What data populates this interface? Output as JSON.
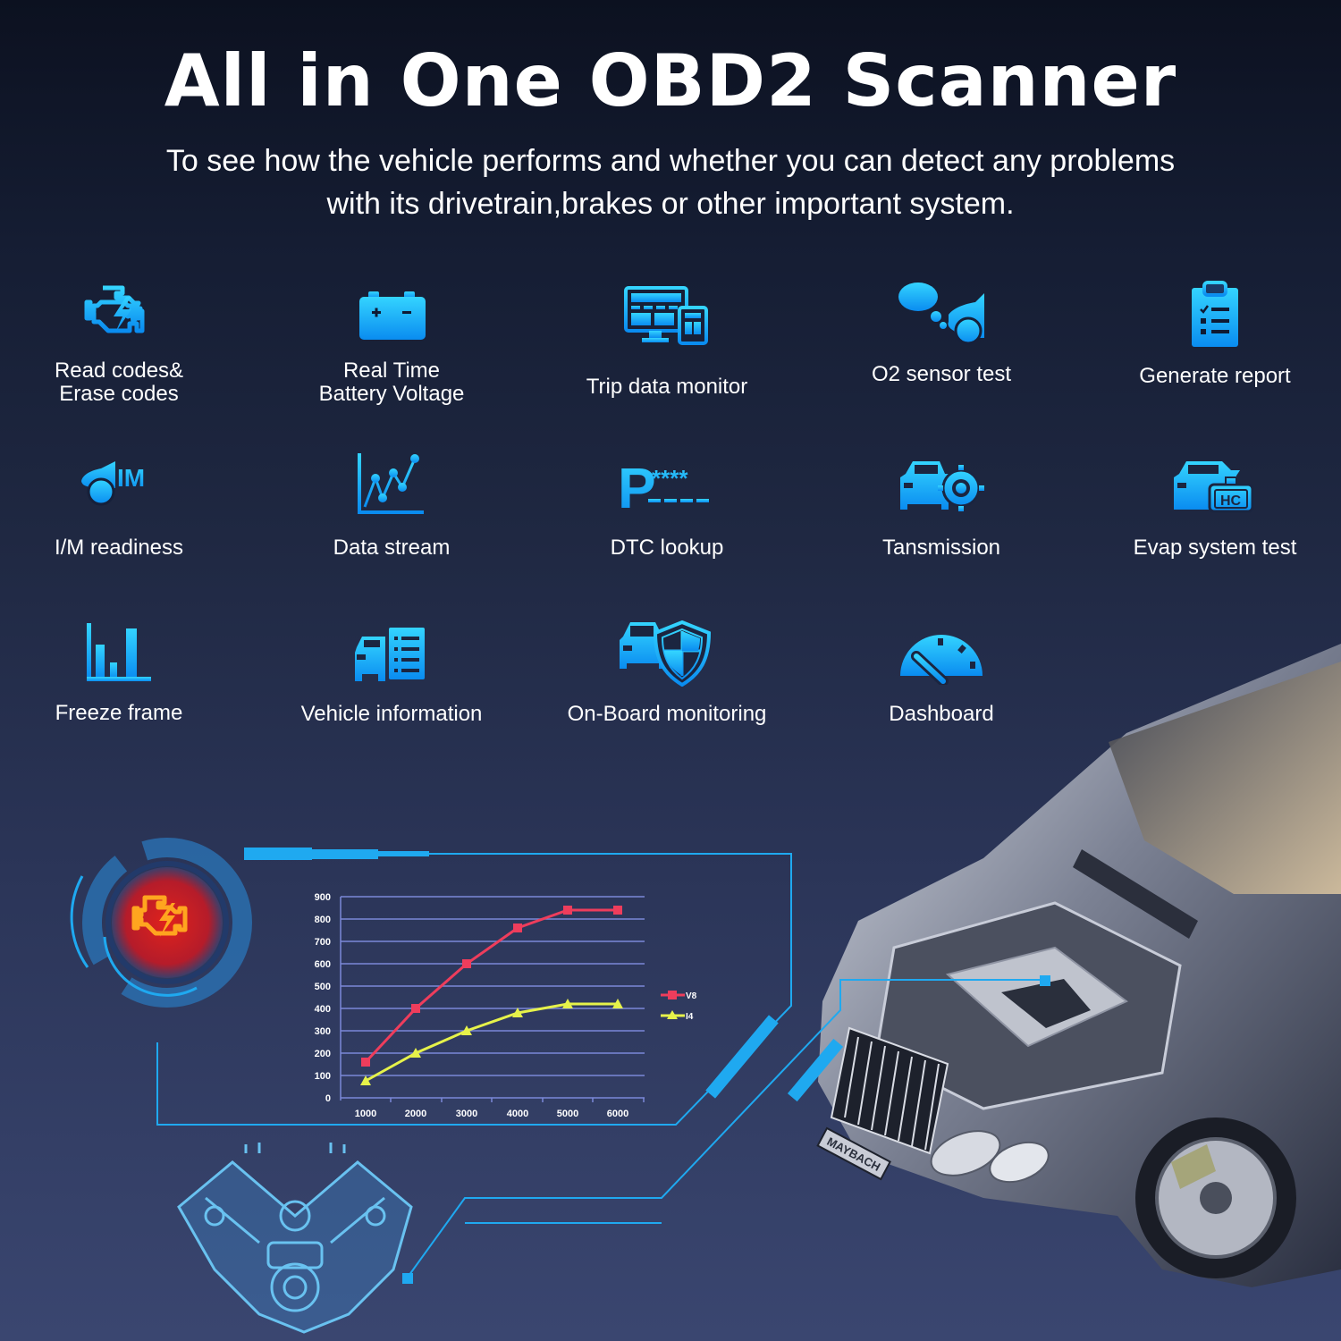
{
  "header": {
    "title": "All in One OBD2 Scanner",
    "subtitle_line1": "To see how the vehicle performs and whether you can detect any problems",
    "subtitle_line2": "with its drivetrain,brakes or other important system."
  },
  "features": [
    {
      "label_line1": "Read codes&",
      "label_line2": "Erase codes",
      "icon": "check-engine-icon"
    },
    {
      "label_line1": "Real Time",
      "label_line2": "Battery Voltage",
      "icon": "battery-icon"
    },
    {
      "label_line1": "Trip data monitor",
      "label_line2": "",
      "icon": "monitor-devices-icon"
    },
    {
      "label_line1": "O2 sensor test",
      "label_line2": "",
      "icon": "exhaust-car-icon"
    },
    {
      "label_line1": "Generate report",
      "label_line2": "",
      "icon": "clipboard-report-icon"
    },
    {
      "label_line1": "I/M readiness",
      "label_line2": "",
      "icon": "car-im-icon"
    },
    {
      "label_line1": "Data stream",
      "label_line2": "",
      "icon": "line-graph-icon"
    },
    {
      "label_line1": "DTC lookup",
      "label_line2": "",
      "icon": "dtc-code-icon"
    },
    {
      "label_line1": "Tansmission",
      "label_line2": "",
      "icon": "car-gear-icon"
    },
    {
      "label_line1": "Evap system test",
      "label_line2": "",
      "icon": "car-hc-icon"
    },
    {
      "label_line1": "Freeze frame",
      "label_line2": "",
      "icon": "bar-chart-icon"
    },
    {
      "label_line1": "Vehicle information",
      "label_line2": "",
      "icon": "car-info-list-icon"
    },
    {
      "label_line1": "On-Board monitoring",
      "label_line2": "",
      "icon": "car-shield-icon"
    },
    {
      "label_line1": "Dashboard",
      "label_line2": "",
      "icon": "speedometer-icon"
    }
  ],
  "colors": {
    "accent": "#1fa9f0",
    "icon_top": "#2fd0ff",
    "icon_bottom": "#0a8ff0",
    "v8": "#ee3d5c",
    "i4": "#e6f24a",
    "warning": "#ffa51f",
    "gridline": "#7b88d8"
  },
  "chart_data": {
    "type": "line",
    "title": "",
    "xlabel": "",
    "ylabel": "",
    "categories": [
      "1000",
      "2000",
      "3000",
      "4000",
      "5000",
      "6000"
    ],
    "x": [
      1000,
      2000,
      3000,
      4000,
      5000,
      6000
    ],
    "yticks": [
      "0",
      "100",
      "200",
      "300",
      "400",
      "500",
      "600",
      "700",
      "800",
      "900"
    ],
    "ylim": [
      0,
      900
    ],
    "grid": true,
    "legend_position": "right",
    "series": [
      {
        "name": "V8",
        "marker": "square",
        "color": "#ee3d5c",
        "values": [
          160,
          400,
          600,
          760,
          840,
          840
        ]
      },
      {
        "name": "I4",
        "marker": "triangle",
        "color": "#e6f24a",
        "values": [
          75,
          200,
          300,
          380,
          420,
          420
        ]
      }
    ]
  },
  "car": {
    "badge_text": "MAYBACH"
  }
}
